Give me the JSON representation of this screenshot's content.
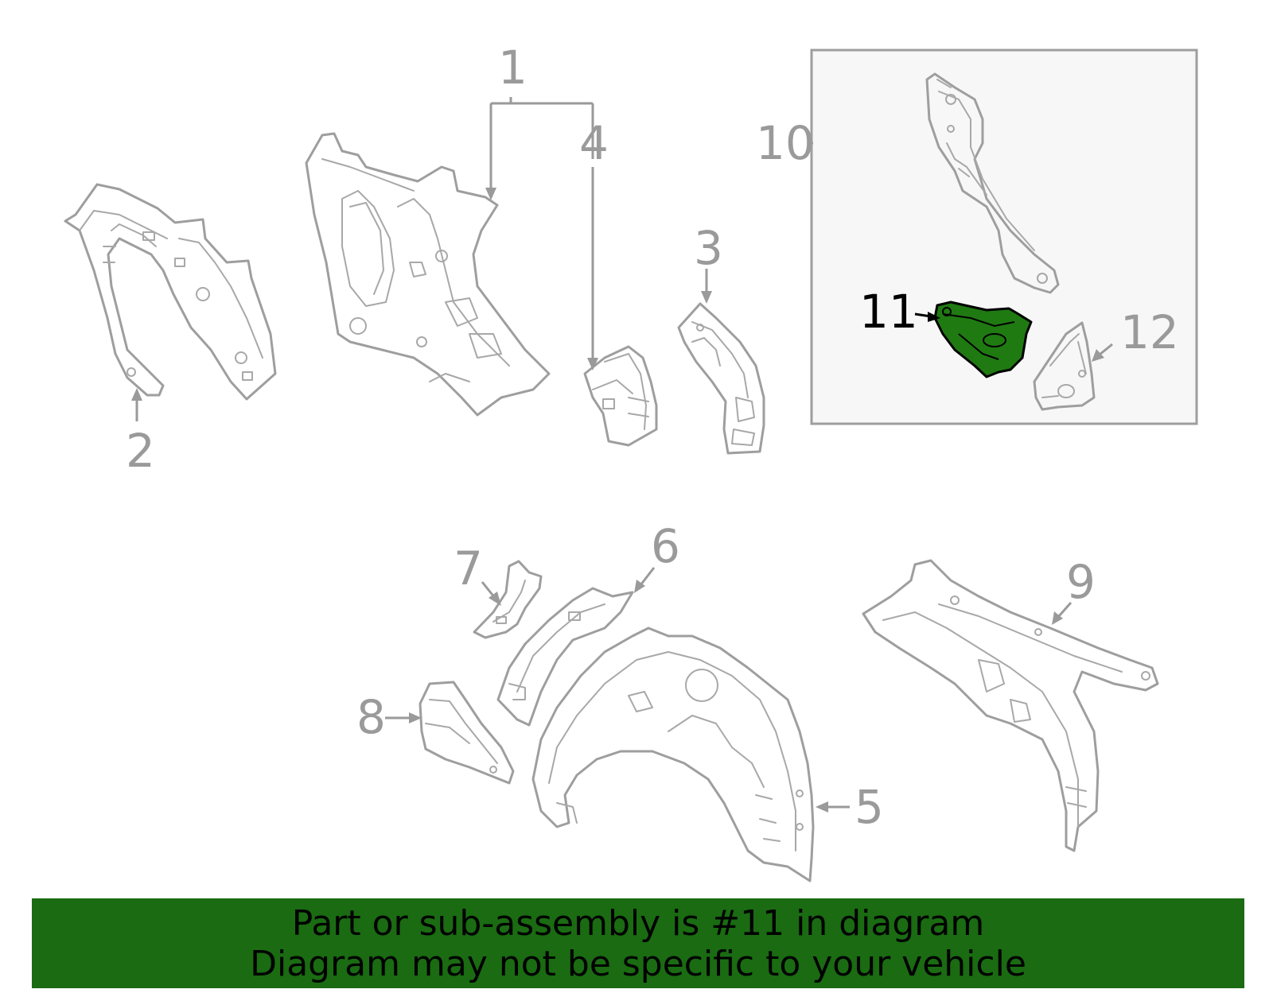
{
  "callouts": {
    "c1": "1",
    "c2": "2",
    "c3": "3",
    "c4": "4",
    "c5": "5",
    "c6": "6",
    "c7": "7",
    "c8": "8",
    "c9": "9",
    "c10": "10",
    "c11": "11",
    "c12": "12"
  },
  "highlighted_part": "11",
  "colors": {
    "banner_bg": "#1a6b12",
    "highlight_fill": "#1f7a12",
    "line_art": "#9e9e9e",
    "inset_bg": "#f7f7f7"
  },
  "banner": {
    "line1": "Part or sub-assembly is #11 in diagram",
    "line2": "Diagram may not be specific to your vehicle"
  }
}
